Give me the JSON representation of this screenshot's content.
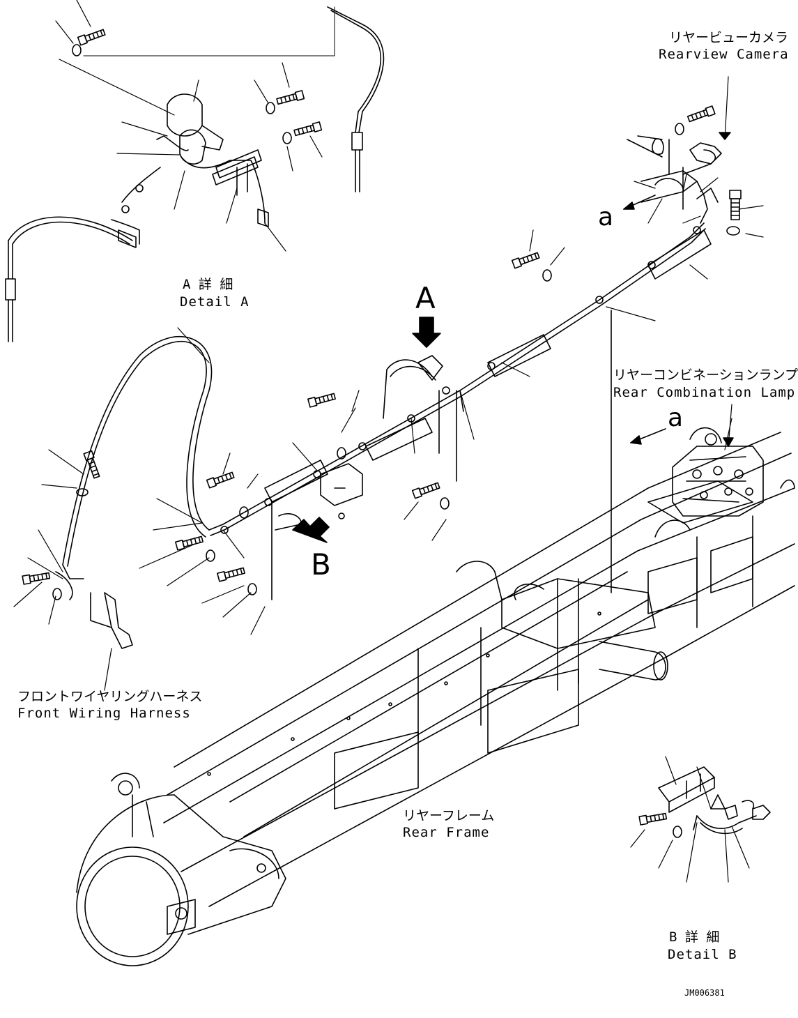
{
  "labels": {
    "rearview_camera_jp": "リヤービューカメラ",
    "rearview_camera_en": "Rearview Camera",
    "detail_a_jp": "A 詳 細",
    "detail_a_en": "Detail A",
    "rear_combination_lamp_jp": "リヤーコンビネーションランプ",
    "rear_combination_lamp_en": "Rear Combination Lamp",
    "front_wiring_harness_jp": "フロントワイヤリングハーネス",
    "front_wiring_harness_en": "Front Wiring Harness",
    "rear_frame_jp": "リヤーフレーム",
    "rear_frame_en": "Rear Frame",
    "detail_b_jp": "B 詳 細",
    "detail_b_en": "Detail B",
    "view_a": "A",
    "view_b": "B",
    "ref_a_upper": "a",
    "ref_a_lower": "a",
    "drawing_number": "JM006381"
  },
  "colors": {
    "ink": "#000000",
    "paper": "#ffffff"
  }
}
